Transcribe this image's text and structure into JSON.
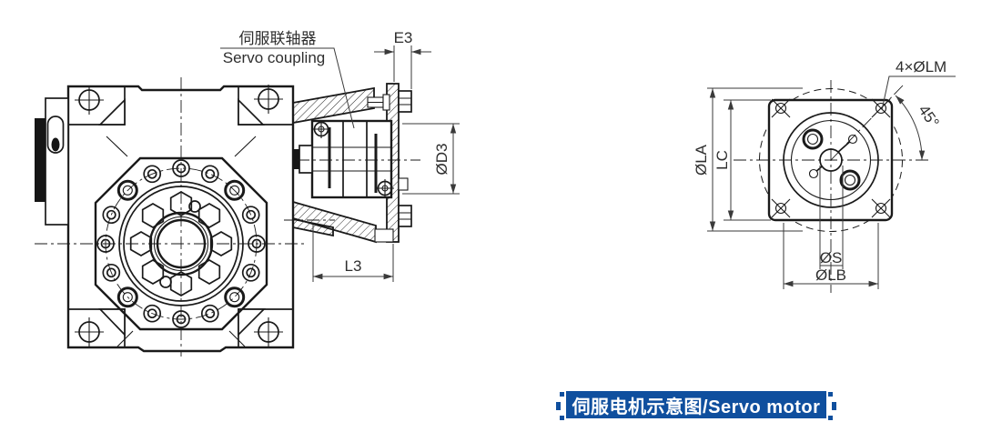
{
  "left_view": {
    "callout_zh": "伺服联轴器",
    "callout_en": "Servo coupling",
    "dim_e3": "E3",
    "dim_d3": "ØD3",
    "dim_l3": "L3"
  },
  "right_view": {
    "dim_lm": "4×ØLM",
    "dim_angle": "45°",
    "dim_la": "ØLA",
    "dim_lc": "LC",
    "dim_s": "ØS",
    "dim_lb": "ØLB"
  },
  "caption": {
    "text": "伺服电机示意图/Servo motor"
  },
  "colors": {
    "line": "#1a1a1a",
    "dim_text": "#2e2e2e",
    "banner_bg": "#0f4f9e",
    "banner_text": "#ffffff"
  }
}
